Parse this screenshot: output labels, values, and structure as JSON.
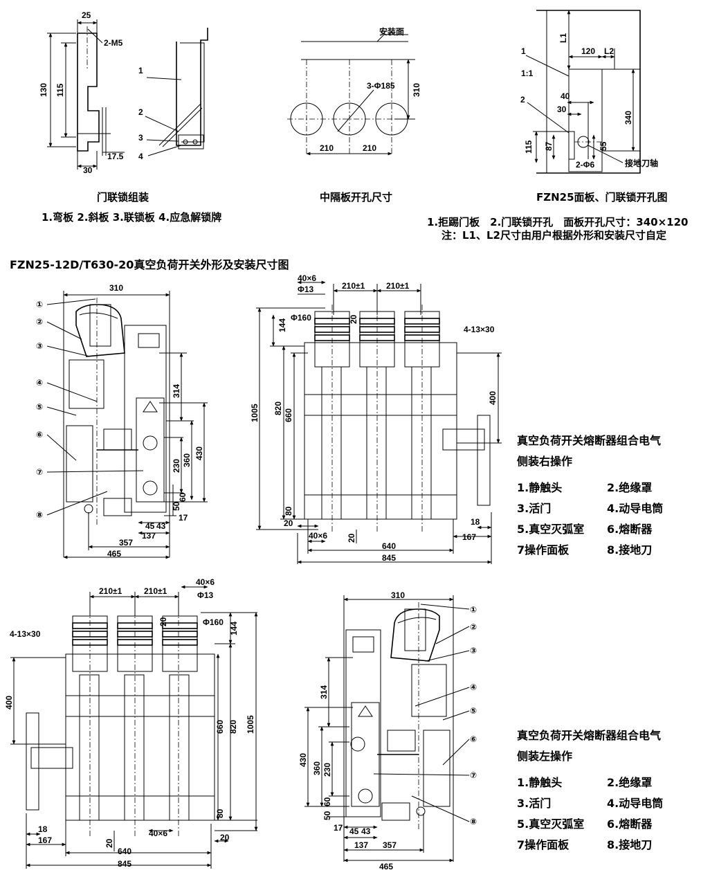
{
  "door_interlock": {
    "caption": "门联锁组装",
    "parts_line": "1.弯板 2.斜板 3.联锁板 4.应急解锁牌",
    "dims": {
      "d25": "25",
      "m5": "2-M5",
      "d130": "130",
      "d115": "115",
      "d17_5": "17.5",
      "d30": "30"
    },
    "labels": {
      "n1": "1",
      "n2": "2",
      "n3": "3",
      "n4": "4"
    }
  },
  "partition": {
    "caption": "中隔板开孔尺寸",
    "dims": {
      "mount": "安装面",
      "hole": "3-Φ185",
      "d310": "310",
      "d210a": "210",
      "d210b": "210"
    }
  },
  "panel": {
    "caption": "FZN25面板、门联锁开孔图",
    "dims": {
      "l1": "L1",
      "d120": "120",
      "l2": "L2",
      "ratio": "1:1",
      "n1": "1",
      "n2": "2",
      "d40": "40",
      "d30": "30",
      "d340": "340",
      "d115": "115",
      "d87": "87",
      "d55": "55",
      "phi6": "2-Φ6",
      "shaft": "接地刀轴"
    },
    "note1": "1.拒踢门板　2.门联锁开孔　面板开孔尺寸：340×120",
    "note2": "注：L1、L2尺寸由用户根据外形和安装尺寸自定"
  },
  "main_title": "FZN25-12D/T630-20真空负荷开关外形及安装尺寸图",
  "right_op": {
    "title1": "真空负荷开关熔断器组合电气",
    "title2": "侧装右操作",
    "items": [
      "1.静触头",
      "2.绝缘罩",
      "3.活门",
      "4.动导电筒",
      "5.真空灭弧室",
      "6.熔断器",
      "7操作面板",
      "8.接地刀"
    ]
  },
  "left_op": {
    "title1": "真空负荷开关熔断器组合电气",
    "title2": "侧装左操作",
    "items": [
      "1.静触头",
      "2.绝缘罩",
      "3.活门",
      "4.动导电筒",
      "5.真空灭弧室",
      "6.熔断器",
      "7操作面板",
      "8.接地刀"
    ]
  },
  "side_right": {
    "dims": {
      "d310": "310",
      "d314": "314",
      "d430": "430",
      "d360": "360",
      "d230": "230",
      "d50": "50",
      "d60": "60",
      "d17": "17",
      "d45": "45",
      "d43": "43",
      "d137": "137",
      "d357": "357",
      "d465": "465"
    },
    "callouts": [
      "①",
      "②",
      "③",
      "④",
      "⑤",
      "⑥",
      "⑦",
      "⑧"
    ]
  },
  "front_right": {
    "dims": {
      "d40x6": "40×6",
      "phi13": "Φ13",
      "d210a": "210±1",
      "d210b": "210±1",
      "d20t": "20",
      "phi160": "Φ160",
      "d144": "144",
      "d4_13": "4-13×30",
      "d400": "400",
      "d1005": "1005",
      "d820": "820",
      "d660": "660",
      "d80": "80",
      "d20l": "20",
      "d40x6b": "40×6",
      "d20b": "20",
      "d18": "18",
      "d167": "167",
      "d640": "640",
      "d845": "845"
    }
  },
  "front_left": {
    "dims": {
      "d210a": "210±1",
      "d210b": "210±1",
      "d40x6": "40×6",
      "phi13": "Φ13",
      "d20t": "20",
      "phi160": "Φ160",
      "d144": "144",
      "d4_13": "4-13×30",
      "d400": "400",
      "d660": "660",
      "d820": "820",
      "d1005": "1005",
      "d80": "80",
      "d18": "18",
      "d167": "167",
      "d40x6b": "40×6",
      "d20b": "20",
      "d20r": "20",
      "d640": "640",
      "d845": "845"
    }
  },
  "side_left": {
    "dims": {
      "d310": "310",
      "d314": "314",
      "d430": "430",
      "d360": "360",
      "d230": "230",
      "d50": "50",
      "d60": "60",
      "d17": "17",
      "d45": "45",
      "d43": "43",
      "d137": "137",
      "d357": "357",
      "d465": "465"
    },
    "callouts": [
      "①",
      "②",
      "③",
      "④",
      "⑤",
      "⑥",
      "⑦",
      "⑧"
    ]
  }
}
